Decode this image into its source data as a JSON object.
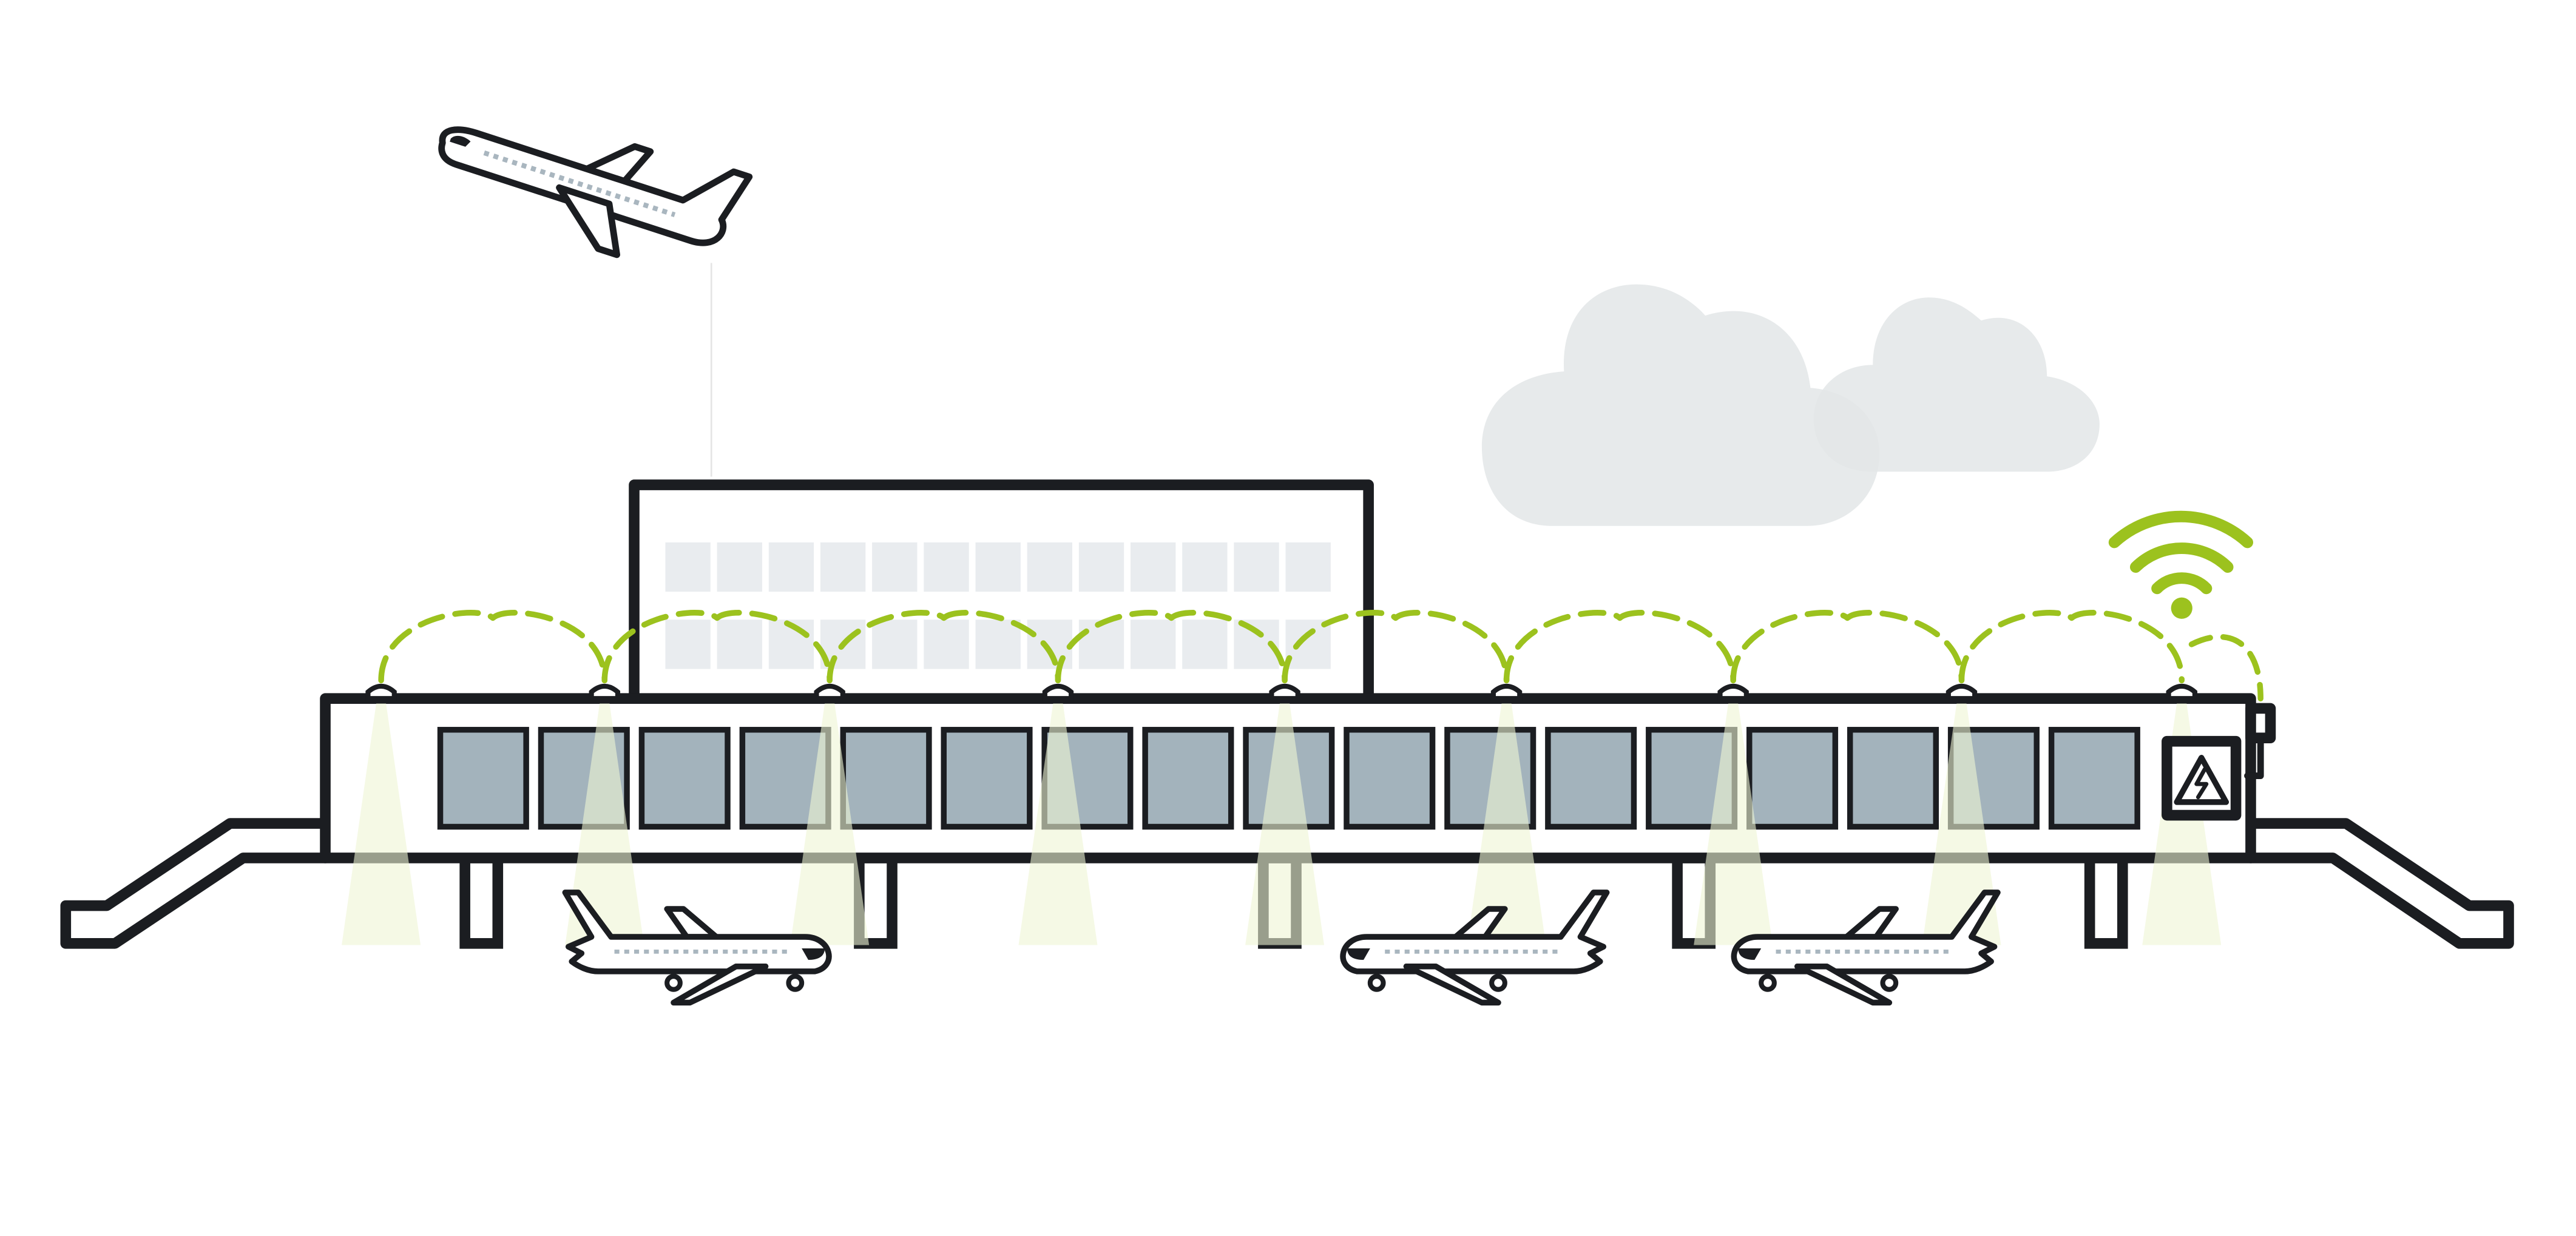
{
  "colors": {
    "ink": "#1b1d21",
    "accent": "#9cc21e",
    "window_fill": "#a3b3bc",
    "building_window_fill": "#e9ecef",
    "cloud_fill": "#e3e6e8",
    "light_beam": "#eef5d4",
    "plane_detail": "#a9b6bf",
    "background": "#ffffff"
  },
  "icons": {
    "flying_plane": "airplane-takeoff-icon",
    "parked_plane": "airplane-icon",
    "wifi": "wifi-icon",
    "power_box": "high-voltage-warning-icon",
    "cloud": "cloud-icon",
    "sensor": "sensor-node-icon"
  },
  "diagram": {
    "terminal_windows": 17,
    "building_window_rows": 2,
    "building_window_columns": 13,
    "ceiling_sensors": 9,
    "support_pillars": 5,
    "parked_airplanes": 3,
    "flying_airplanes": 1,
    "clouds": 2,
    "connection_type": "wireless mesh"
  }
}
